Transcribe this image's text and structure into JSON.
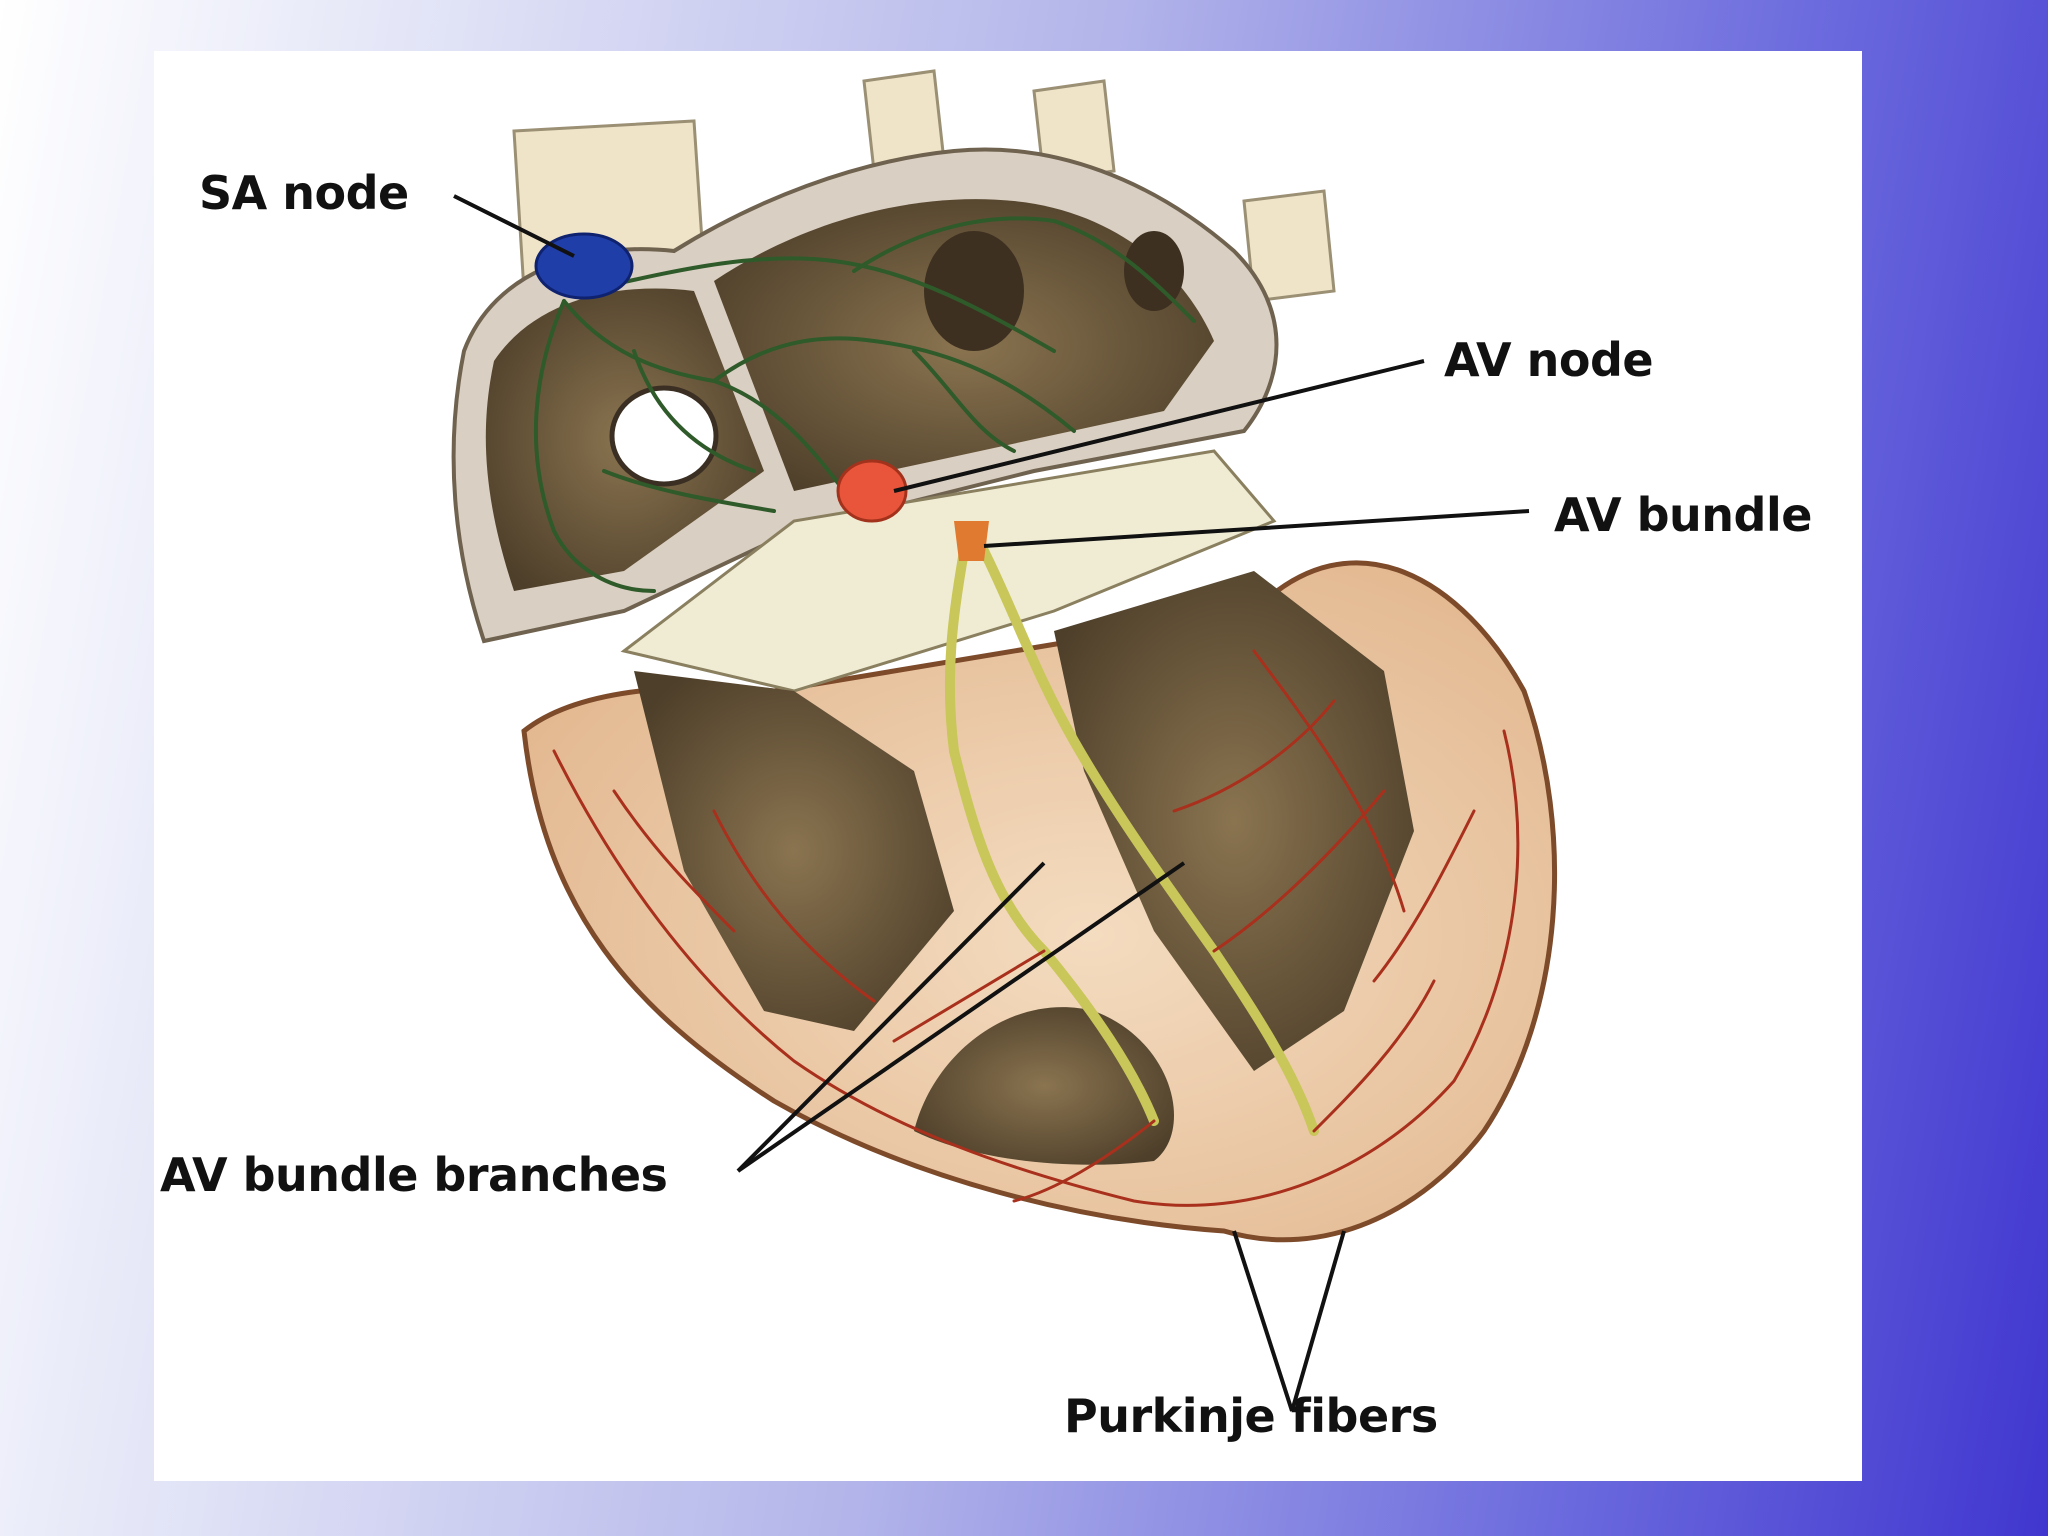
{
  "diagram": {
    "labels": {
      "sa_node": "SA node",
      "av_node": "AV node",
      "av_bundle": "AV bundle",
      "av_bundle_branches": "AV bundle branches",
      "purkinje_fibers": "Purkinje fibers"
    },
    "colors": {
      "background_left": "#ffffff",
      "background_right": "#4036cf",
      "panel": "#ffffff",
      "sa_node": "#1f3ea8",
      "av_node": "#e8553a",
      "conduction_fibers": "#2f5a2a",
      "purkinje": "#a8301c",
      "bundle_branches": "#c9c65a",
      "myocardium": "#e9c9a4",
      "vessels": "#efe3c8"
    }
  }
}
